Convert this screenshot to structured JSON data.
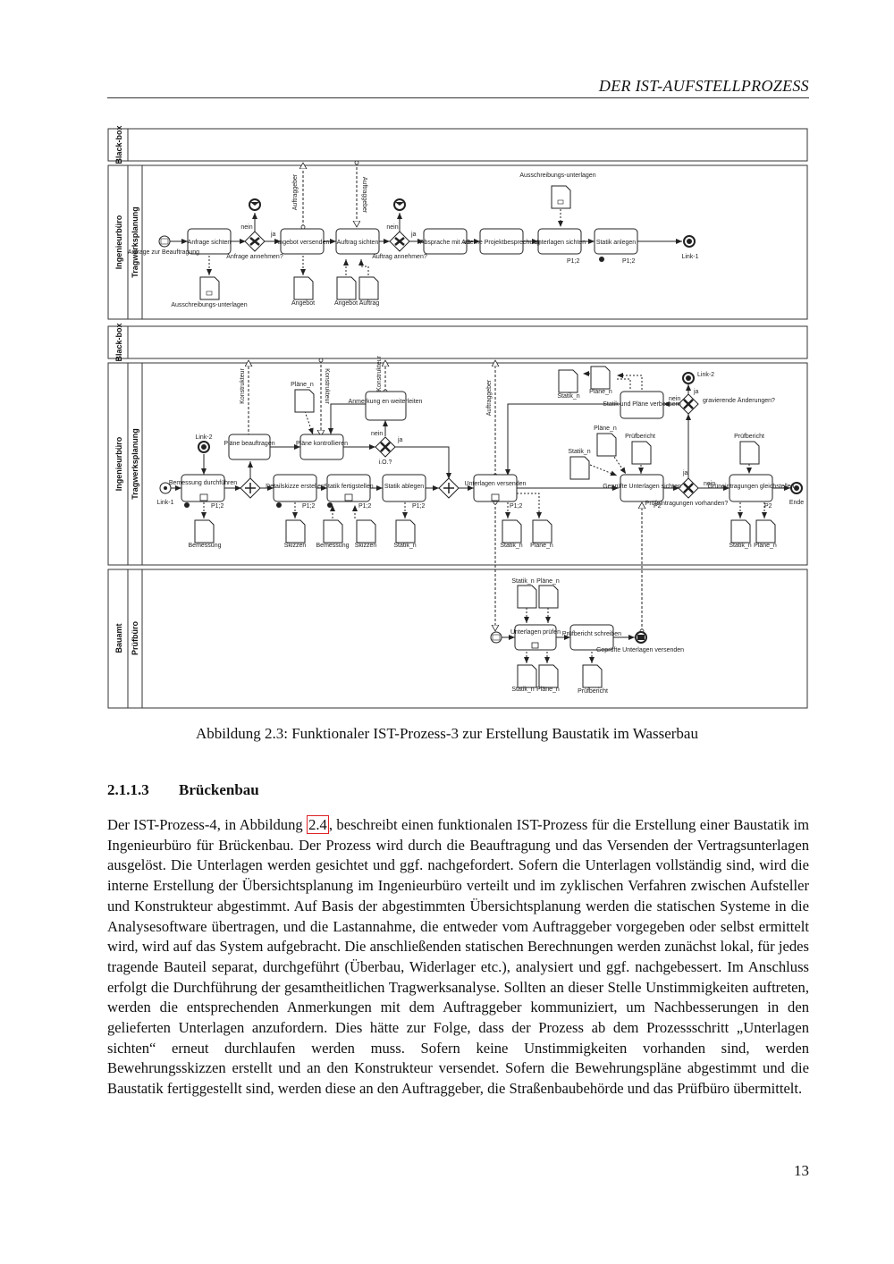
{
  "header": {
    "title": "DER IST-AUFSTELLPROZESS"
  },
  "diagram": {
    "pool1": {
      "blackbox_label": "Black-box",
      "pool_label": "Ingenieurbüro",
      "lane_label": "Tragwerksplanung"
    },
    "pool2": {
      "blackbox_label": "Black-box",
      "pool_label": "Ingenieurbüro",
      "lane_label": "Tragwerksplanung"
    },
    "pool3": {
      "pool_label": "Bauamt",
      "lane_label": "Prüfbüro"
    },
    "p1": {
      "start": "Anfrage zur Beauftragung",
      "task_anfrage": "Anfrage sichten",
      "gw1": "Anfrage annehmen?",
      "task_angebot": "Angebot versenden",
      "task_auftrag": "Auftrag sichten",
      "gw2": "Auftrag annehmen?",
      "task_absprache": "Absprache mit AG",
      "task_interne": "Interne Projektbesprechung",
      "task_unterlagen": "Unterlagen sichten",
      "task_statik": "Statik anlegen",
      "end_link": "Link-1",
      "doc_ausschreibung_bottom": "Ausschreibungs-unterlagen",
      "doc_ausschreibung_top": "Ausschreibungs-unterlagen",
      "doc_angebot": "Angebot",
      "doc_angebot2": "Angebot",
      "doc_auftrag": "Auftrag",
      "msg_auftraggeber1": "Auftraggeber",
      "msg_auftraggeber2": "Auftraggeber",
      "nein1": "nein",
      "ja1": "ja",
      "nein2": "nein",
      "ja2": "ja",
      "p12a": "P1;2",
      "p12b": "P1;2"
    },
    "p2": {
      "start": "Link-1",
      "link2": "Link-2",
      "task_bemessung": "Bemessung durchführen",
      "task_plaene_beauftragen": "Pläne beauftragen",
      "task_plaene_kontrollieren": "Pläne kontrollieren",
      "task_anmerkung": "Anmerkung en weiterleiten",
      "gw_io": "i.O.?",
      "task_detailskizze": "Detailskizze erstellen",
      "task_statik_fertig": "Statik fertigstellen",
      "task_statik_ablegen": "Statik ablegen",
      "task_unterlagen_versenden": "Unterlagen versenden",
      "task_statik_plaene": "Statik und Pläne verbessern",
      "gw_aenderungen": "gravierende Änderungen?",
      "link2_end": "Link-2",
      "task_gepruefte": "Geprüfte Unterlagen sichten",
      "gw_pruef": "Prüfeintragungen vorhanden?",
      "task_gruen": "Grüneintragungen gleichstellen",
      "end": "Ende",
      "msg_konstrukteur1": "Konstrukteur",
      "msg_konstrukteur2": "Konstrukteur",
      "msg_konstrukteur3": "Konstrukteur",
      "msg_auftraggeber": "Auftraggeber",
      "doc_plaene_n_top": "Pläne_n",
      "doc_statik_n_top": "Statik_n",
      "doc_plaene_n_top2": "Pläne_n",
      "doc_plaene_n_mid": "Pläne_n",
      "doc_pruefbericht_mid": "Prüfbericht",
      "doc_statik_n_mid": "Statik_n",
      "doc_pruefbericht_right": "Prüfbericht",
      "doc_bemessung": "Bemessung",
      "doc_skizzen": "Skizzen",
      "doc_bemessung2": "Bemessung",
      "doc_skizzen2": "Skizzen",
      "doc_statik_n": "Statik_n",
      "doc_statik_n2": "Statik_n",
      "doc_plaene_n2": "Pläne_n",
      "doc_statik_n3": "Statik_n",
      "doc_plaene_n3": "Pläne_n",
      "nein": "nein",
      "ja": "ja",
      "nein2": "nein",
      "ja2": "ja",
      "ja3": "ja",
      "nein3": "nein",
      "p12a": "P1;2",
      "p12b": "P1;2",
      "p12c": "P1;2",
      "p12d": "P1;2",
      "p12e": "P1;2",
      "p2a": "P2",
      "p2b": "P2"
    },
    "p3": {
      "task_pruefen": "Unterlagen prüfen",
      "task_bericht": "Prüfbericht schreiben",
      "end": "Geprüfte Unterlagen versenden",
      "doc_statik_n_top": "Statik_n",
      "doc_plaene_n_top": "Pläne_n",
      "doc_statik_n_bot": "Statik_n",
      "doc_plaene_n_bot": "Pläne_n",
      "doc_pruefbericht": "Prüfbericht"
    }
  },
  "caption": "Abbildung 2.3: Funktionaler IST-Prozess-3 zur Erstellung Baustatik im Wasserbau",
  "section": {
    "number": "2.1.1.3",
    "title": "Brückenbau"
  },
  "body": {
    "before_ref": "Der IST-Prozess-4, in Abbildung ",
    "ref": "2.4",
    "after_ref": ", beschreibt einen funktionalen IST-Prozess für die Erstellung einer Baustatik im Ingenieurbüro für Brückenbau. Der Prozess wird durch die Beauftragung und das Versenden der Vertragsunterlagen ausgelöst. Die Unterlagen werden gesichtet und ggf. nachgefordert. Sofern die Unterlagen vollständig sind, wird die interne Erstellung der Übersichtsplanung im Ingenieurbüro verteilt und im zyklischen Verfahren zwischen Aufsteller und Konstrukteur abgestimmt. Auf Basis der abgestimmten Übersichtsplanung werden die statischen Systeme in die Analysesoftware übertragen, und die Lastannahme, die entweder vom Auftraggeber vorgegeben oder selbst ermittelt wird, wird auf das System aufgebracht. Die anschließenden statischen Berechnungen werden zunächst lokal, für jedes tragende Bauteil separat, durchgeführt (Überbau, Widerlager etc.), analysiert und ggf. nachgebessert. Im Anschluss erfolgt die Durchführung der gesamtheitlichen Tragwerksanalyse. Sollten an dieser Stelle Unstimmigkeiten auftreten, werden die entsprechenden Anmerkungen mit dem Auftraggeber kommuniziert, um Nachbesserungen in den gelieferten Unterlagen anzufordern. Dies hätte zur Folge, dass der Prozess ab dem Prozessschritt „Unterlagen sichten“ erneut durchlaufen werden muss. Sofern keine Unstimmigkeiten vorhanden sind, werden Bewehrungsskizzen erstellt und an den Konstrukteur versendet. Sofern die Bewehrungspläne abgestimmt und die Baustatik fertiggestellt sind, werden diese an den Auftraggeber, die Straßenbaubehörde und das Prüfbüro übermittelt."
  },
  "page_number": "13"
}
